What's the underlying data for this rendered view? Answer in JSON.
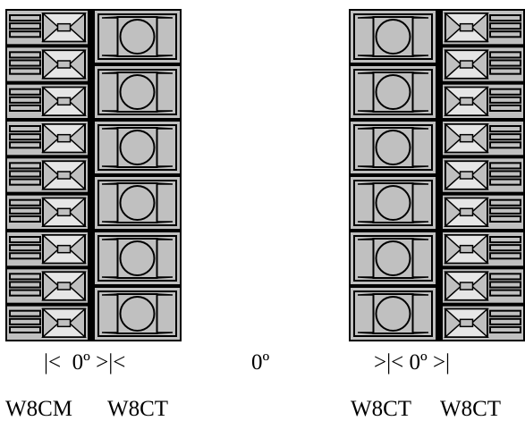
{
  "arrays": [
    {
      "columns": [
        {
          "model": "W8CM",
          "cabinets": 9,
          "facing": "right"
        },
        {
          "model": "W8CT",
          "cabinets": 6,
          "facing": "center"
        }
      ],
      "angle_label": "|<  0º >|<",
      "model_labels": [
        "W8CM",
        "W8CT"
      ]
    },
    {
      "columns": [
        {
          "model": "W8CT",
          "cabinets": 6,
          "facing": "center"
        },
        {
          "model": "W8CT",
          "cabinets": 9,
          "facing": "left"
        }
      ],
      "angle_label": ">|< 0º >|",
      "model_labels": [
        "W8CT",
        "W8CT"
      ]
    }
  ],
  "center_angle_label": "0º",
  "colors": {
    "cabinet_fill": "#c0c0c0",
    "outline": "#000000",
    "background": "#ffffff"
  }
}
